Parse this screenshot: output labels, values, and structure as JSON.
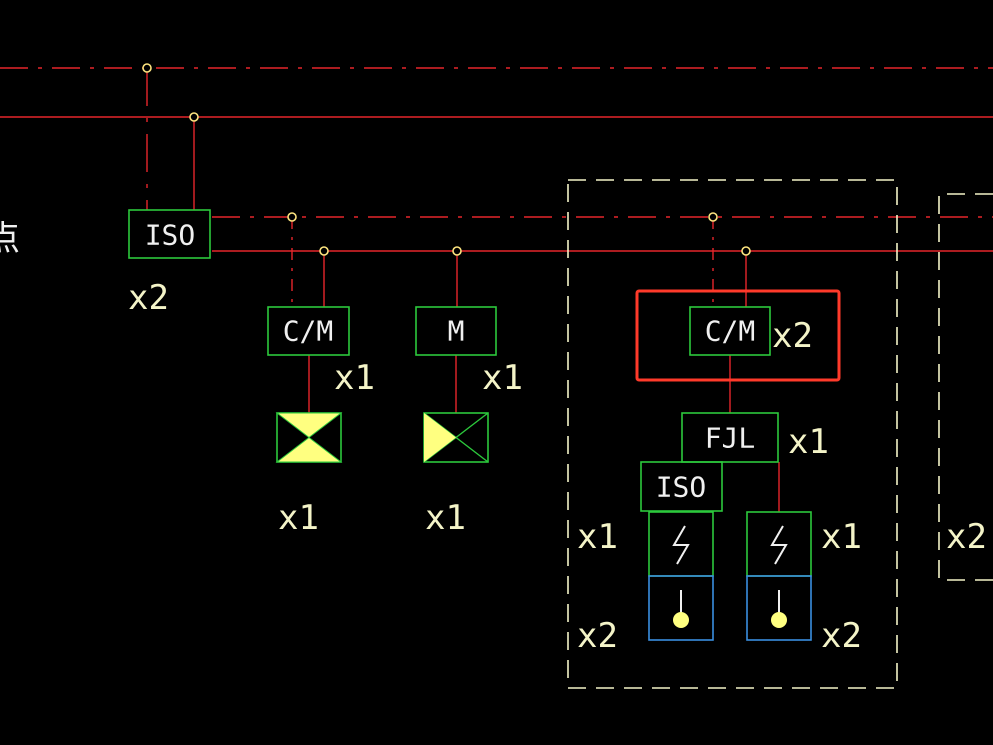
{
  "colors": {
    "background": "#000000",
    "bus_line": "#e6262b",
    "module_border": "#2cc93c",
    "detector_border": "#3a8fe0",
    "enclosure_dash": "#f4f4c8",
    "highlight": "#ff3a2a",
    "symbol_fill": "#ffff80",
    "text": "#f0f0f0"
  },
  "left_edge_char": "点",
  "modules": {
    "iso_main": "ISO",
    "cm_1": "C/M",
    "m_1": "M",
    "cm_2": "C/M",
    "fjl": "FJL",
    "iso_sub": "ISO"
  },
  "multipliers": {
    "iso_main": "x2",
    "cm_1": "x1",
    "m_1": "x1",
    "device_1": "x1",
    "device_2": "x1",
    "cm_2": "x2",
    "fjl": "x1",
    "enclosure_left_upper": "x1",
    "enclosure_left_lower": "x2",
    "detector_right_upper": "x1",
    "detector_right_lower": "x2",
    "right_enclosure": "x2"
  },
  "icons": {
    "device_1": "hourglass-valve-icon",
    "device_2": "half-valve-icon",
    "detector_top": "lightning-icon",
    "detector_bottom": "probe-dot-icon"
  }
}
